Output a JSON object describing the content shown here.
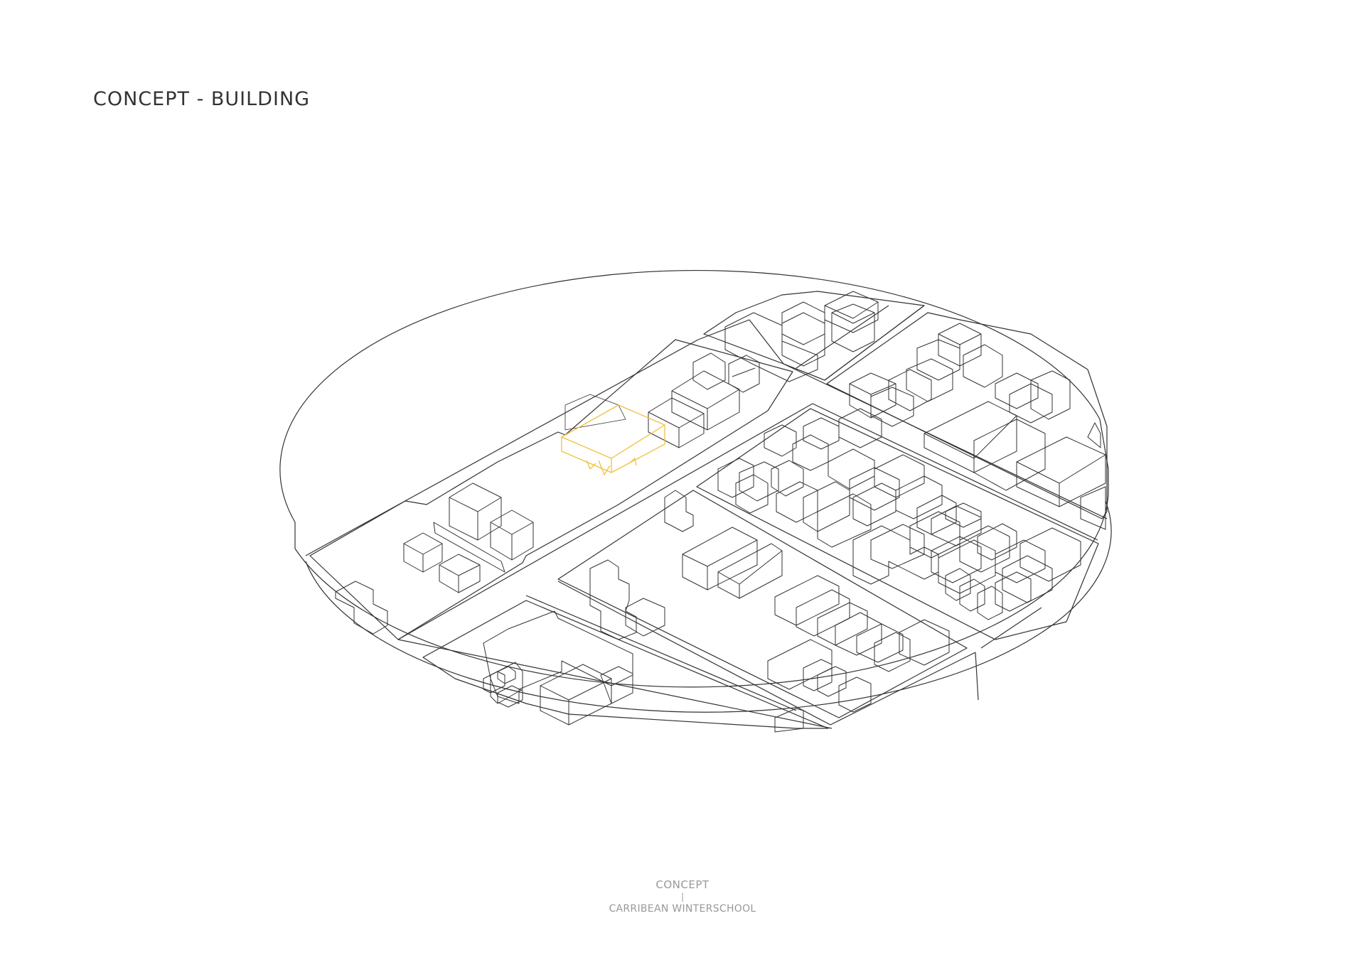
{
  "header": {
    "title": "CONCEPT - BUILDING"
  },
  "footer": {
    "title": "CONCEPT",
    "separator": "|",
    "subtitle": "CARRIBEAN WINTERSCHOOL"
  },
  "colors": {
    "line": "#333333",
    "highlight": "#f0c040",
    "footer_text": "#999999",
    "background": "#ffffff"
  },
  "diagram": {
    "description_icon": "isometric-site-model",
    "highlighted_element": "proposed-building"
  }
}
